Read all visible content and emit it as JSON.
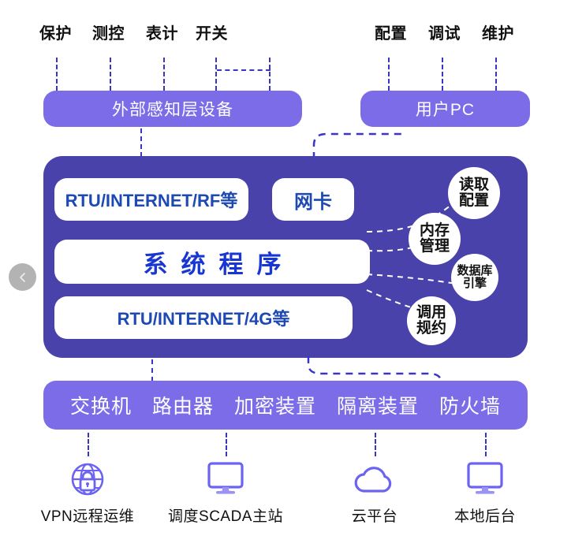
{
  "header": {
    "left_group": [
      "保护",
      "测控",
      "表计",
      "开关"
    ],
    "right_group": [
      "配置",
      "调试",
      "维护"
    ]
  },
  "bars": {
    "sensing_layer": "外部感知层设备",
    "user_pc": "用户PC"
  },
  "main_box": {
    "rtu_rf": "RTU/INTERNET/RF等",
    "network_card": "网卡",
    "system_program": "系统程序",
    "rtu_4g": "RTU/INTERNET/4G等",
    "callouts": [
      {
        "id": "read-config",
        "line1": "读取",
        "line2": "配置"
      },
      {
        "id": "memory-mgmt",
        "line1": "内存",
        "line2": "管理"
      },
      {
        "id": "db-engine",
        "line1": "数据库",
        "line2": "引擎"
      },
      {
        "id": "call-proto",
        "line1": "调用",
        "line2": "规约"
      }
    ]
  },
  "device_bar": {
    "items": [
      "交换机",
      "路由器",
      "加密装置",
      "隔离装置",
      "防火墙"
    ]
  },
  "endpoints": [
    {
      "icon": "globe-lock-icon",
      "caption": "VPN远程运维"
    },
    {
      "icon": "monitor-icon",
      "caption": "调度SCADA主站"
    },
    {
      "icon": "cloud-icon",
      "caption": "云平台"
    },
    {
      "icon": "monitor-icon",
      "caption": "本地后台"
    }
  ],
  "controls": {
    "prev_arrow": "chevron-left-icon"
  },
  "colors": {
    "light_purple": "#7c6ce8",
    "dark_indigo": "#4a42ab",
    "accent_blue": "#1d49b5",
    "title_blue": "#1836d4",
    "dash_purple": "#3b34c9",
    "icon_blue": "#6c63f0",
    "arrow_gray": "#b3b3b3"
  }
}
